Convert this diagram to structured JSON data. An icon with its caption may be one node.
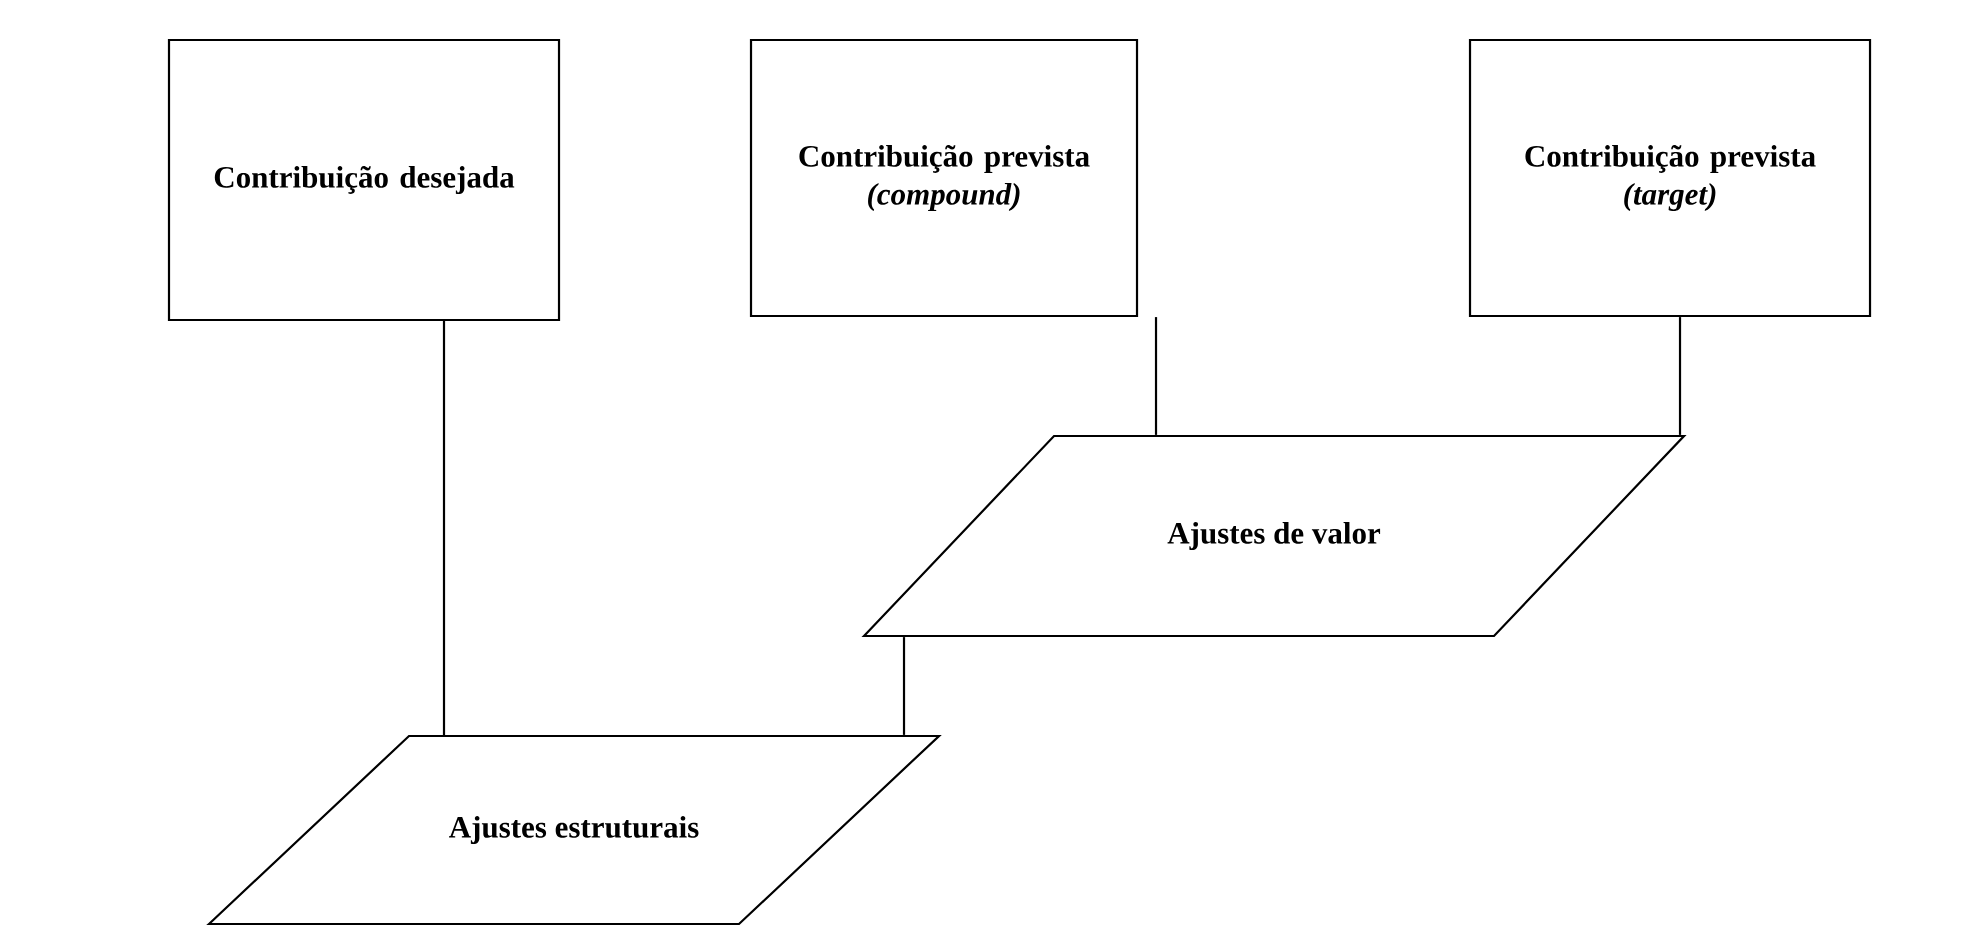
{
  "diagram": {
    "nodes": [
      {
        "text": [
          "Contribuição desejada"
        ]
      },
      {
        "text": [
          "Contribuição prevista",
          "(compound)"
        ]
      },
      {
        "text": [
          "Contribuição prevista",
          "(target)"
        ]
      },
      {
        "text": [
          "Ajustes de valor"
        ]
      },
      {
        "text": [
          "Ajustes estruturais"
        ]
      }
    ],
    "edges": [
      {
        "from": 1,
        "to": 3,
        "arrow": "none"
      },
      {
        "from": 2,
        "to": 3,
        "arrow": "none"
      },
      {
        "from": 0,
        "to": 4,
        "arrow": "none"
      },
      {
        "from": 3,
        "to": 4,
        "arrow": "none"
      }
    ]
  }
}
